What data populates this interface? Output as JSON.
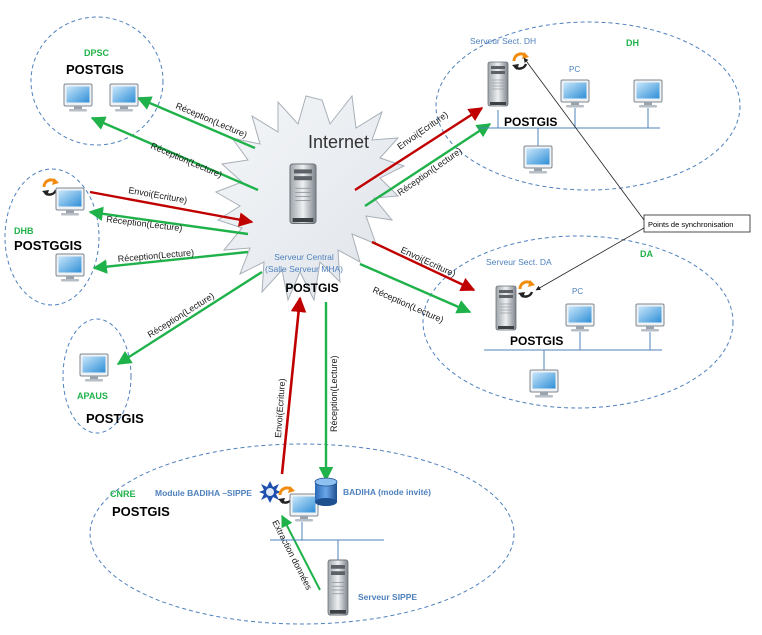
{
  "colors": {
    "envoi": "#c00000",
    "reception": "#1fb24a",
    "ellipse": "#4f81bd",
    "site_name": "#1fb24a",
    "server_label": "#4f81bd",
    "bus": "#4f81bd"
  },
  "internet": {
    "label": "Internet"
  },
  "central": {
    "line1": "Serveur Central",
    "line2": "(Salle Serveur MHA)",
    "db": "POSTGIS"
  },
  "sites": {
    "dpsc": {
      "name": "DPSC",
      "db": "POSTGIS"
    },
    "dhb": {
      "name": "DHB",
      "db": "POSTGGIS"
    },
    "apaus": {
      "name": "APAUS",
      "db": "POSTGIS"
    },
    "dh": {
      "name": "DH",
      "server": "Serveur Sect. DH",
      "pc": "PC",
      "db": "POSTGIS"
    },
    "da": {
      "name": "DA",
      "server": "Serveur Sect. DA",
      "pc": "PC",
      "db": "POSTGIS"
    },
    "cnre": {
      "name": "CNRE",
      "db": "POSTGIS",
      "module": "Module BADIHA –SIPPE",
      "badiha": "BADIHA (mode invité)",
      "sippe": "Serveur SIPPE"
    }
  },
  "links": {
    "reception": "Réception(Lecture)",
    "envoi": "Envoi(Ecriture)",
    "extraction": "Extraction données"
  },
  "callout": {
    "label": "Points de synchronisation"
  },
  "icons": [
    "desktop-monitor-icon",
    "tower-server-icon",
    "sync-arrows-icon",
    "database-cylinder-icon",
    "gear-badge-icon",
    "cloud-burst-icon"
  ]
}
